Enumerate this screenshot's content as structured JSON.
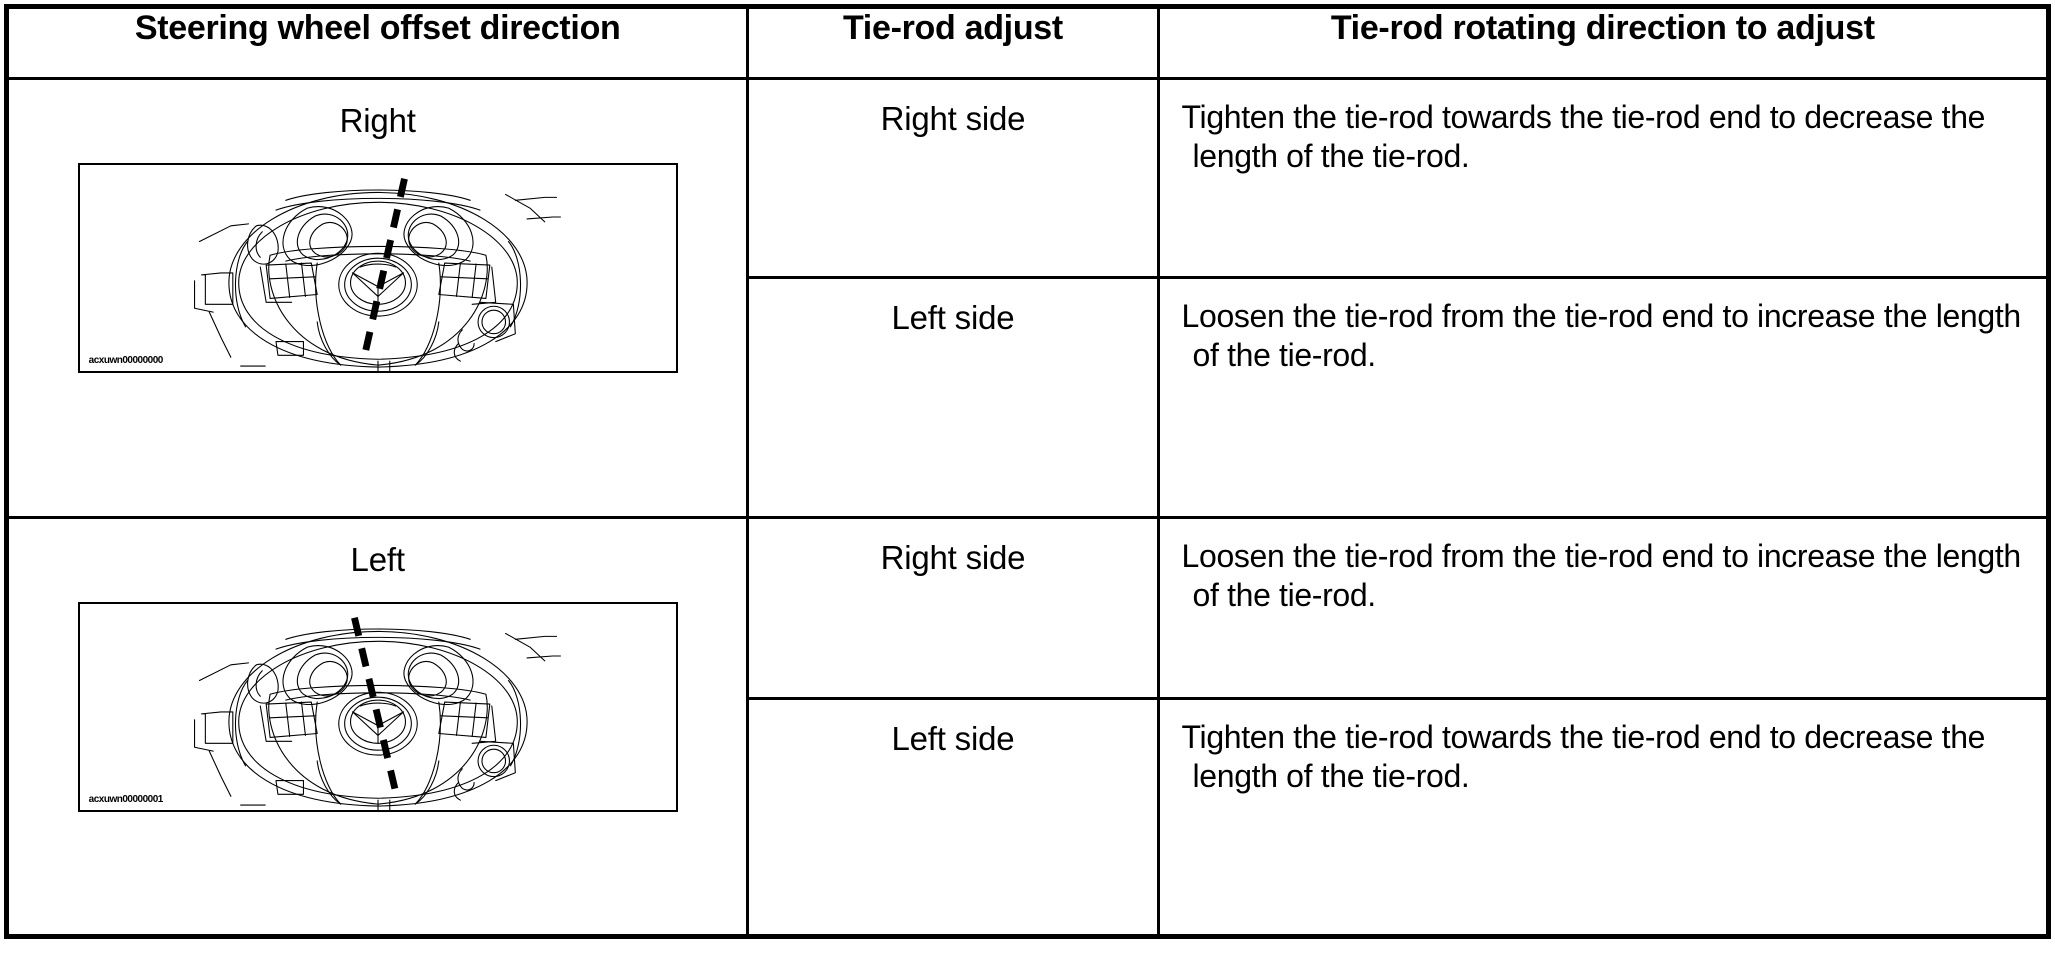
{
  "table": {
    "headers": [
      {
        "id": "steering-wheel-offset-direction",
        "label": "Steering wheel offset direction"
      },
      {
        "id": "tie-rod-adjust",
        "label": "Tie-rod adjust"
      },
      {
        "id": "tie-rod-rotating-direction",
        "label": "Tie-rod rotating direction to adjust"
      }
    ],
    "rows": [
      {
        "direction": "Right",
        "figure": {
          "name": "steering-wheel-offset-right",
          "code": "acxuwn00000000",
          "tilt_deg": 5,
          "description": "Line drawing of a Mazda steering wheel with a dashed centre line tilted so the top leans to the right"
        },
        "entries": [
          {
            "side": "Right side",
            "description": "Tighten the tie-rod towards the tie-rod end to decrease the length of the tie-rod."
          },
          {
            "side": "Left side",
            "description": "Loosen the tie-rod from the tie-rod end to increase the length of the tie-rod."
          }
        ]
      },
      {
        "direction": "Left",
        "figure": {
          "name": "steering-wheel-offset-left",
          "code": "acxuwn00000001",
          "tilt_deg": -5,
          "description": "Line drawing of a Mazda steering wheel with a dashed centre line tilted so the top leans to the left"
        },
        "entries": [
          {
            "side": "Right side",
            "description": "Loosen the tie-rod from the tie-rod end to increase the length of the tie-rod."
          },
          {
            "side": "Left side",
            "description": "Tighten the tie-rod towards the tie-rod end to decrease the length of the tie-rod."
          }
        ]
      }
    ]
  },
  "colors": {
    "ink": "#000000",
    "paper": "#ffffff"
  }
}
